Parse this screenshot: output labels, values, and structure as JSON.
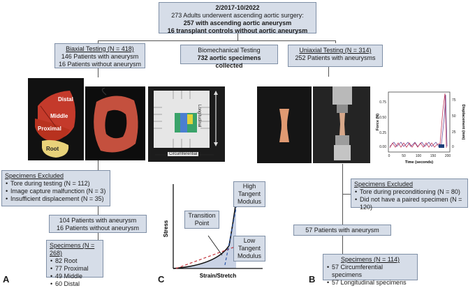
{
  "top": {
    "date": "2/2017-10/2022",
    "line1": "273 Adults underwent ascending aortic surgery:",
    "line2": "257 with ascending aortic aneurysm",
    "line3": "16 transplant controls without aortic aneurysm"
  },
  "biaxial": {
    "title": "Biaxial Testing (N = 418)",
    "line1": "146 Patients with aneurysm",
    "line2": "16 Patients without aneurysm"
  },
  "biomech": {
    "line1": "Biomechanical Testing",
    "line2": "732 aortic specimens collected"
  },
  "uniaxial": {
    "title": "Uniaxial Testing (N = 314)",
    "line1": "252 Patients with aneurysms"
  },
  "photos": {
    "regions": [
      "Distal",
      "Middle",
      "Proximal",
      "Root"
    ],
    "axis_longitudinal": "Longitudinal",
    "axis_circumferential": "Circumferential"
  },
  "force_chart": {
    "ylabel_left": "Force (N)",
    "ylabel_right": "Displacement (mm)",
    "xlabel": "Time (seconds)",
    "yticks_left": [
      "0.00",
      "0.25",
      "0.50",
      "0.75"
    ],
    "yticks_right": [
      "0",
      "25",
      "50",
      "75"
    ],
    "xticks": [
      "0",
      "50",
      "100",
      "150",
      "200"
    ]
  },
  "excluded_a": {
    "title": "Specimens Excluded",
    "items": [
      "Tore during testing (N = 112)",
      "Image capture malfunction (N = 3)",
      "Insufficient displacement (N = 35)"
    ]
  },
  "patients_a": {
    "line1": "104 Patients with aneurysm",
    "line2": "16 Patients without aneurysm"
  },
  "specimens_a": {
    "title": "Specimens (N = 268)",
    "items": [
      "82 Root",
      "77 Proximal",
      "49 Middle",
      "60 Distal"
    ]
  },
  "stress_curve": {
    "ylabel": "Stress",
    "xlabel": "Strain/Stretch",
    "transition": [
      "Transition",
      "Point"
    ],
    "high": [
      "High",
      "Tangent",
      "Modulus"
    ],
    "low": [
      "Low",
      "Tangent",
      "Modulus"
    ]
  },
  "excluded_b": {
    "title": "Specimens Excluded",
    "items": [
      "Tore during preconditioning (N = 80)",
      "Did not have a paired specimen (N = 120)"
    ]
  },
  "patients_b": {
    "line1": "57 Patients with aneurysm"
  },
  "specimens_b": {
    "title": "Specimens (N = 114)",
    "items": [
      "57 Circumferential specimens",
      "57 Longitudinal specimens"
    ]
  },
  "panels": {
    "a": "A",
    "b": "B",
    "c": "C"
  }
}
